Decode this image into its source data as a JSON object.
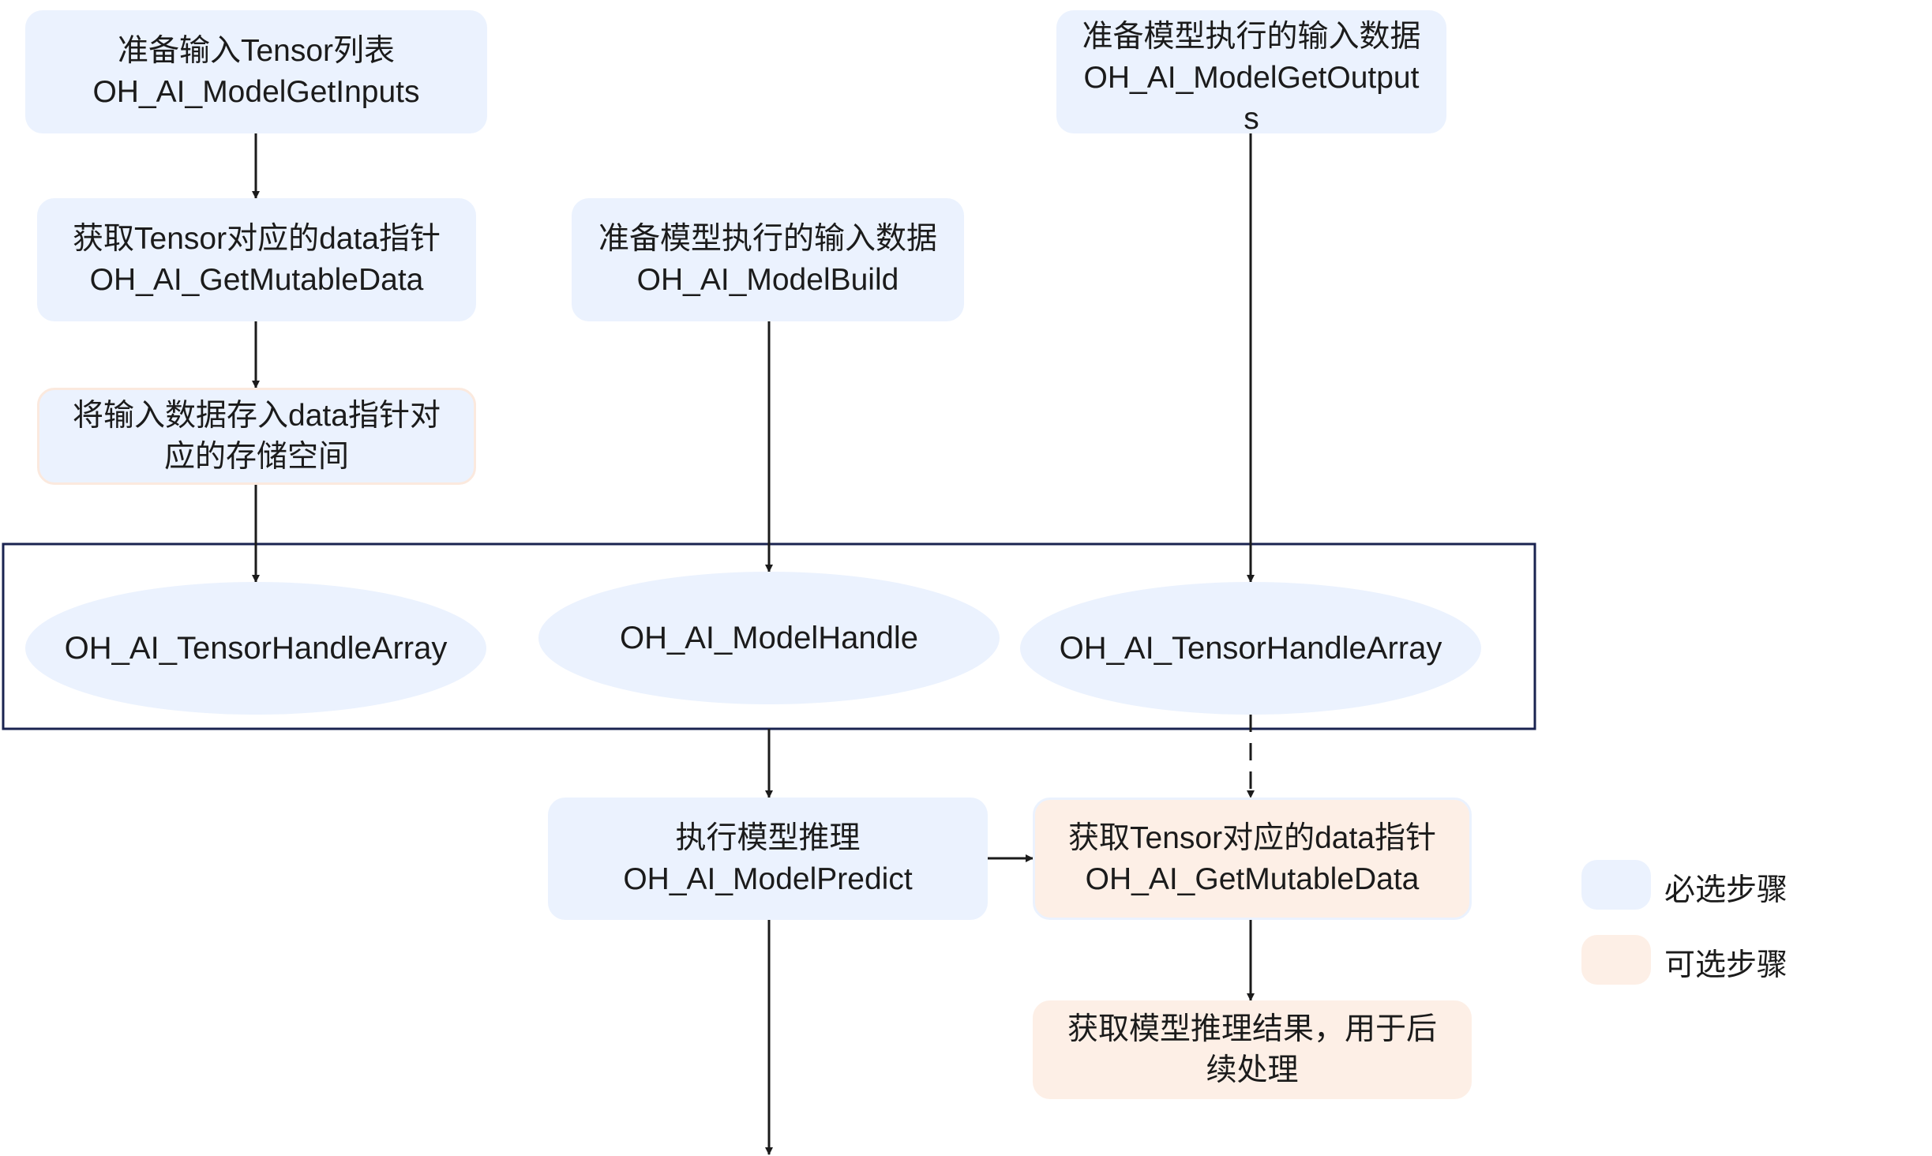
{
  "nodes": {
    "get_inputs": {
      "line1": "准备输入Tensor列表",
      "line2": "OH_AI_ModelGetInputs"
    },
    "get_data_in": {
      "line1": "获取Tensor对应的data指针",
      "line2": "OH_AI_GetMutableData"
    },
    "store_input": {
      "line1": "将输入数据存入data指针对",
      "line2": "应的存储空间"
    },
    "model_build": {
      "line1": "准备模型执行的输入数据",
      "line2": "OH_AI_ModelBuild"
    },
    "get_outputs": {
      "line1": "准备模型执行的输入数据",
      "line2": "OH_AI_ModelGetOutput",
      "line3": "s"
    },
    "input_handles": "OH_AI_TensorHandleArray",
    "model_handle": "OH_AI_ModelHandle",
    "output_handles": "OH_AI_TensorHandleArray",
    "predict": {
      "line1": "执行模型推理",
      "line2": "OH_AI_ModelPredict"
    },
    "get_data_out": {
      "line1": "获取Tensor对应的data指针",
      "line2": "OH_AI_GetMutableData"
    },
    "result": {
      "line1": "获取模型推理结果，用于后",
      "line2": "续处理"
    }
  },
  "legend": {
    "required": "必选步骤",
    "optional": "可选步骤"
  },
  "colors": {
    "required": "#ebf2fe",
    "optional": "#fdefe6",
    "frame": "#1a2350",
    "arrow": "#1b1b1b"
  }
}
